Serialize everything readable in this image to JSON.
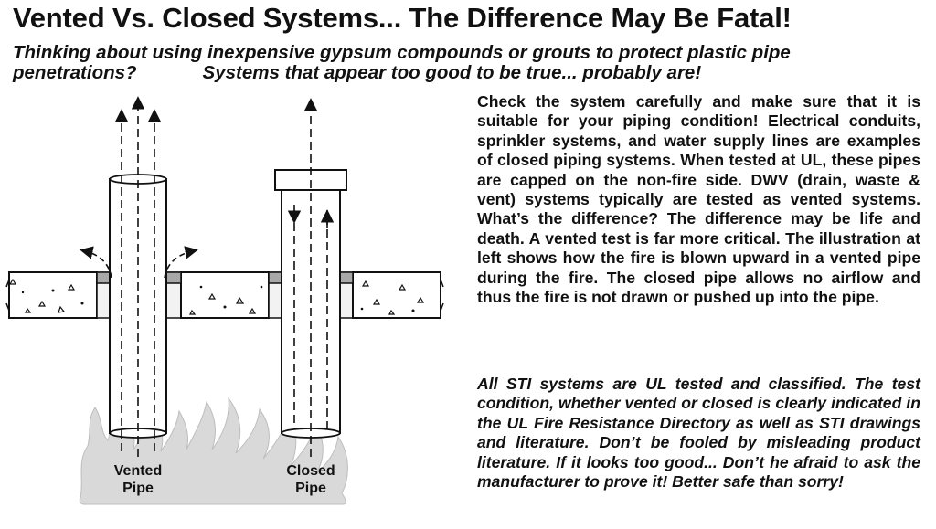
{
  "header": {
    "title": "Vented Vs. Closed Systems... The Difference May Be Fatal!",
    "subtitle_line1": "Thinking about using inexpensive gypsum compounds or grouts to protect plastic pipe",
    "subtitle_line2": "penetrations?",
    "subtitle_tagline": "Systems that appear too good to be true... probably are!"
  },
  "paragraphs": {
    "first": "Check the system carefully and make sure that it is suitable for your piping condition! Electrical conduits, sprinkler systems, and water supply lines are examples of closed piping systems. When tested at UL, these pipes are capped on the non-fire side. DWV (drain, waste & vent) systems typically are tested as vented systems. What’s the difference? The difference may be life and death. A vented test is far more critical. The illustration at left shows how the fire is blown upward in a vented pipe during the fire. The closed pipe allows no airflow and thus the fire is not drawn or pushed up into the pipe.",
    "second": "All STI systems are UL tested and classified. The test condition, whether vented or closed is clearly indicated in the UL Fire Resistance Directory as well as STI drawings and literature. Don’t be fooled by misleading product literature. If it looks too good... Don’t he afraid to ask the manufacturer to prove it! Better safe than sorry!"
  },
  "diagram": {
    "vented_label_line1": "Vented",
    "vented_label_line2": "Pipe",
    "closed_label_line1": "Closed",
    "closed_label_line2": "Pipe"
  }
}
